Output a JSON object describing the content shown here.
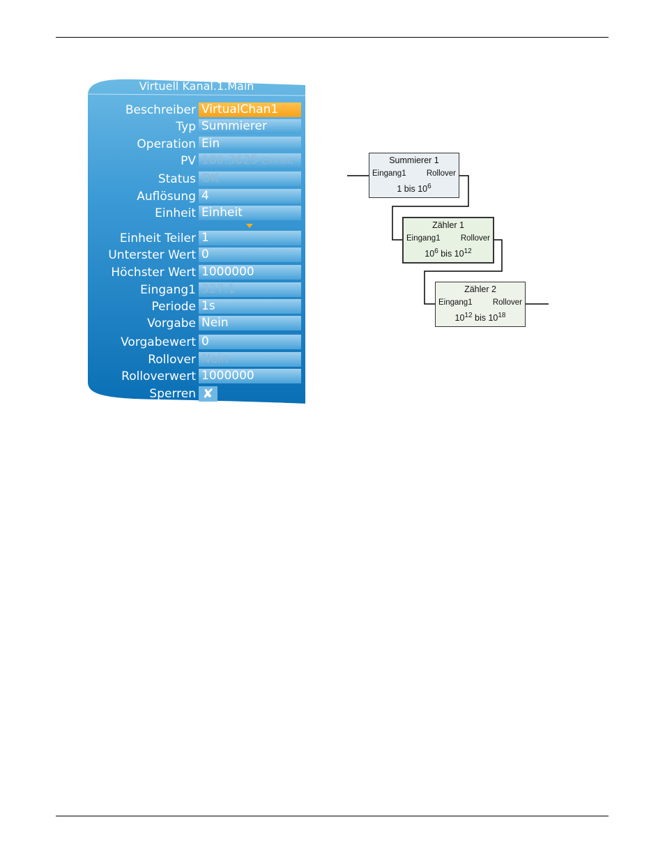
{
  "panel": {
    "title": "Virtuell Kanal.1.Main",
    "rows": [
      {
        "label": "Beschreiber",
        "value": "VirtualChan1"
      },
      {
        "label": "Typ",
        "value": "Summierer"
      },
      {
        "label": "Operation",
        "value": "Ein"
      },
      {
        "label": "PV",
        "value": "180.3625",
        "unit": "Einheit"
      },
      {
        "label": "Status",
        "value": "OK"
      },
      {
        "label": "Auflösung",
        "value": "4"
      },
      {
        "label": "Einheit",
        "value": "Einheit"
      },
      {
        "label": "Einheit Teiler",
        "value": "1"
      },
      {
        "label": "Unterster Wert",
        "value": "0"
      },
      {
        "label": "Höchster Wert",
        "value": "1000000"
      },
      {
        "label": "Eingang1",
        "value": "327.1"
      },
      {
        "label": "Periode",
        "value": "1s"
      },
      {
        "label": "Vorgabe",
        "value": "Nein"
      },
      {
        "label": "Vorgabewert",
        "value": "0"
      },
      {
        "label": "Rollover",
        "value": "Nein"
      },
      {
        "label": "Rolloverwert",
        "value": "1000000"
      },
      {
        "label": "Sperren",
        "value": "✘"
      }
    ],
    "colors": {
      "background_top": "#5ab0e0",
      "background_bottom": "#0a72b8",
      "selected": "#f7a21b"
    }
  },
  "diagram": {
    "blocks": [
      {
        "title": "Summierer 1",
        "input": "Eingang1",
        "output": "Rollover",
        "range_a": "1",
        "range_mid": " bis 10",
        "range_exp": "6"
      },
      {
        "title": "Zähler 1",
        "input": "Eingang1",
        "output": "Rollover",
        "range_a": "10",
        "range_a_exp": "6",
        "range_mid": " bis 10",
        "range_exp": "12"
      },
      {
        "title": "Zähler 2",
        "input": "Eingang1",
        "output": "Rollover",
        "range_a": "10",
        "range_a_exp": "12",
        "range_mid": " bis 10",
        "range_exp": "18"
      }
    ],
    "colors": {
      "block_1": "#e9eff2",
      "block_2": "#e8f2e3",
      "block_3": "#eef3ea"
    }
  }
}
